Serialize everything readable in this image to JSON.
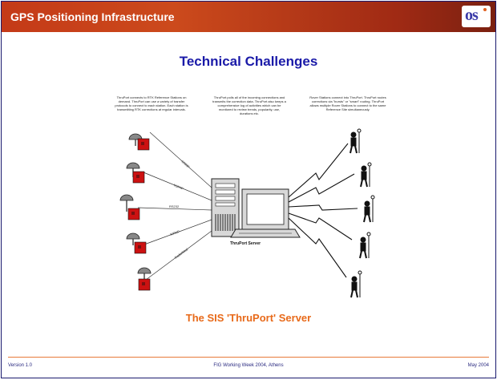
{
  "header": {
    "title": "GPS Positioning Infrastructure",
    "logo_text": "os"
  },
  "slide": {
    "title": "Technical Challenges",
    "caption": "The SIS 'ThruPort' Server"
  },
  "blurbs": {
    "left": "ThruPort connects to RTK Reference Stations on demand. ThruPort can use a variety of transfer protocols to connect to each station. Each station is transmitting RTK corrections at regular intervals.",
    "center": "ThruPort polls all of the incoming connections and transmits the correction data. ThruPort also keeps a comprehensive log of activities which can be monitored to review trends, popularity, use, durations etc.",
    "right": "Rover Stations connect into ThruPort. ThruPort routes corrections via \"bursts\" or \"smart\" routing. ThruPort allows multiple Rover Stations to connect to the same Reference Site simultaneously."
  },
  "diagram": {
    "server_label": "ThruPort Server",
    "links": [
      "NTRIP",
      "TCP/IP",
      "RS232",
      "NTRIP",
      "Radio/Mod"
    ]
  },
  "footer": {
    "version": "Version 1.0",
    "event": "FIG Working Week 2004, Athens",
    "date": "May 2004"
  },
  "colors": {
    "header": "#c43a18",
    "title": "#1a1aa8",
    "caption": "#e86a1a",
    "station_box": "#cc1111"
  }
}
